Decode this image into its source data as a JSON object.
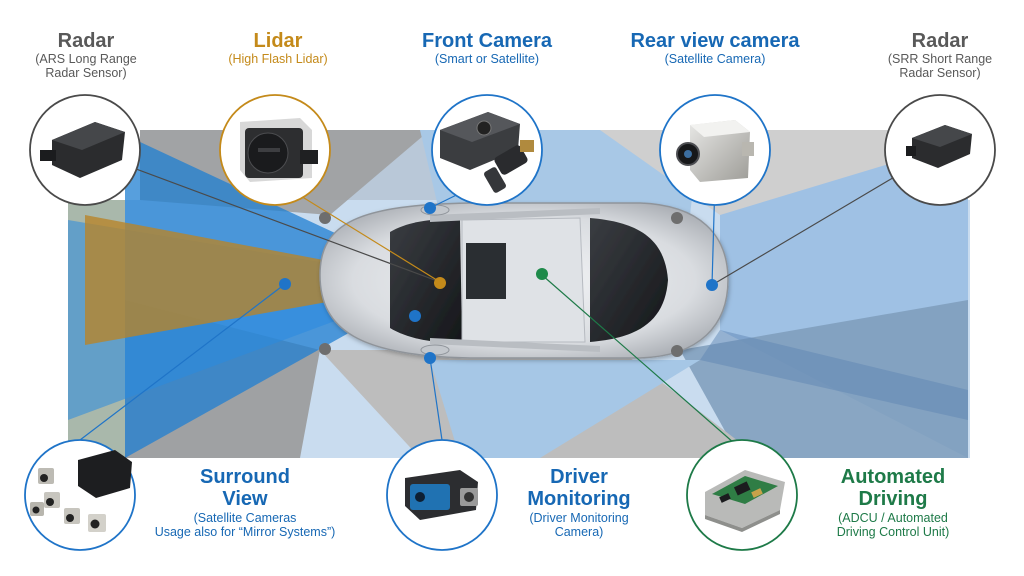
{
  "labels": {
    "radar_left": {
      "title": "Radar",
      "subtitle_1": "(ARS Long Range",
      "subtitle_2": "Radar Sensor)"
    },
    "lidar": {
      "title": "Lidar",
      "subtitle_1": "(High Flash Lidar)"
    },
    "front_camera": {
      "title": "Front Camera",
      "subtitle_1": "(Smart or Satellite)"
    },
    "rear_camera": {
      "title": "Rear view camera",
      "subtitle_1": "(Satellite Camera)"
    },
    "radar_right": {
      "title": "Radar",
      "subtitle_1": "(SRR Short Range",
      "subtitle_2": "Radar Sensor)"
    },
    "surround_view": {
      "title_1": "Surround",
      "title_2": "View",
      "subtitle_1": "(Satellite Cameras",
      "subtitle_2": "Usage also for “Mirror Systems”)"
    },
    "driver_monitoring": {
      "title_1": "Driver",
      "title_2": "Monitoring",
      "subtitle_1": "(Driver Monitoring",
      "subtitle_2": "Camera)"
    },
    "automated_driving": {
      "title_1": "Automated",
      "title_2": "Driving",
      "subtitle_1": "(ADCU / Automated",
      "subtitle_2": "Driving Control Unit)"
    }
  },
  "colors": {
    "grey_title": "#595959",
    "blue_title": "#1768b4",
    "lidar_orange": "#c48a1a",
    "green_title": "#1e7a48",
    "radar_beam_blue": "#1f7fd1",
    "lidar_beam": "#b88426",
    "surround_zone_grey": "#9a9a9a",
    "coverage_light_blue": "#a9c9e8",
    "marker_grey": "#6e6e6e",
    "marker_blue": "#1f74c8",
    "marker_green": "#1e8a4a"
  },
  "icons": {
    "radar_left": "radar-sensor-icon",
    "lidar": "lidar-sensor-icon",
    "front_camera": "front-camera-icon",
    "rear_camera": "rear-camera-icon",
    "radar_right": "short-range-radar-icon",
    "surround_view": "satellite-cameras-icon",
    "driver_monitoring": "driver-monitoring-camera-icon",
    "automated_driving": "control-unit-icon",
    "vehicle": "car-top-view-icon"
  }
}
